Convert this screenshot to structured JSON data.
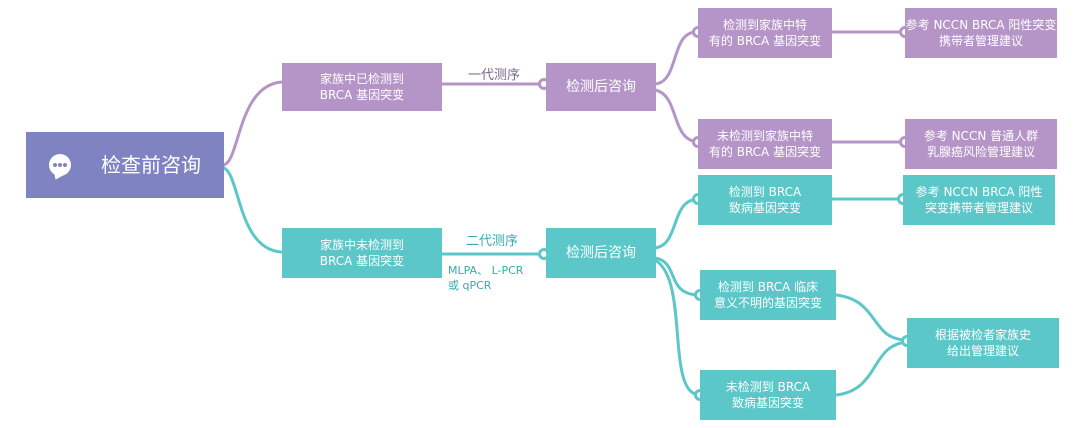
{
  "colors": {
    "purple": "#b595c7",
    "teal": "#5cc7c9",
    "root": "#7f83c2"
  },
  "root": {
    "icon": "chat-bubble-icon",
    "label": "检查前咨询"
  },
  "purple_branch": {
    "detected": {
      "line1": "家族中已检测到",
      "line2": "BRCA 基因突变"
    },
    "method": "一代测序",
    "consult": "检测后咨询",
    "outcome_a": {
      "line1": "检测到家族中特",
      "line2": "有的 BRCA 基因突变"
    },
    "outcome_b": {
      "line1": "未检测到家族中特",
      "line2": "有的 BRCA 基因突变"
    },
    "advice_a": {
      "line1": "参考 NCCN BRCA 阳性突变",
      "line2": "携带者管理建议"
    },
    "advice_b": {
      "line1": "参考 NCCN 普通人群",
      "line2": "乳腺癌风险管理建议"
    }
  },
  "teal_branch": {
    "not_detected": {
      "line1": "家族中未检测到",
      "line2": "BRCA 基因突变"
    },
    "method": "二代测序",
    "method_note_1": "MLPA、 L-PCR",
    "method_note_2": "或 qPCR",
    "consult": "检测后咨询",
    "outcome_a": {
      "line1": "检测到 BRCA",
      "line2": "致病基因突变"
    },
    "outcome_b": {
      "line1": "检测到 BRCA 临床",
      "line2": "意义不明的基因突变"
    },
    "outcome_c": {
      "line1": "未检测到 BRCA",
      "line2": "致病基因突变"
    },
    "advice_a": {
      "line1": "参考 NCCN BRCA 阳性",
      "line2": "突变携带者管理建议"
    },
    "advice_bc": {
      "line1": "根据被检者家族史",
      "line2": "给出管理建议"
    }
  }
}
